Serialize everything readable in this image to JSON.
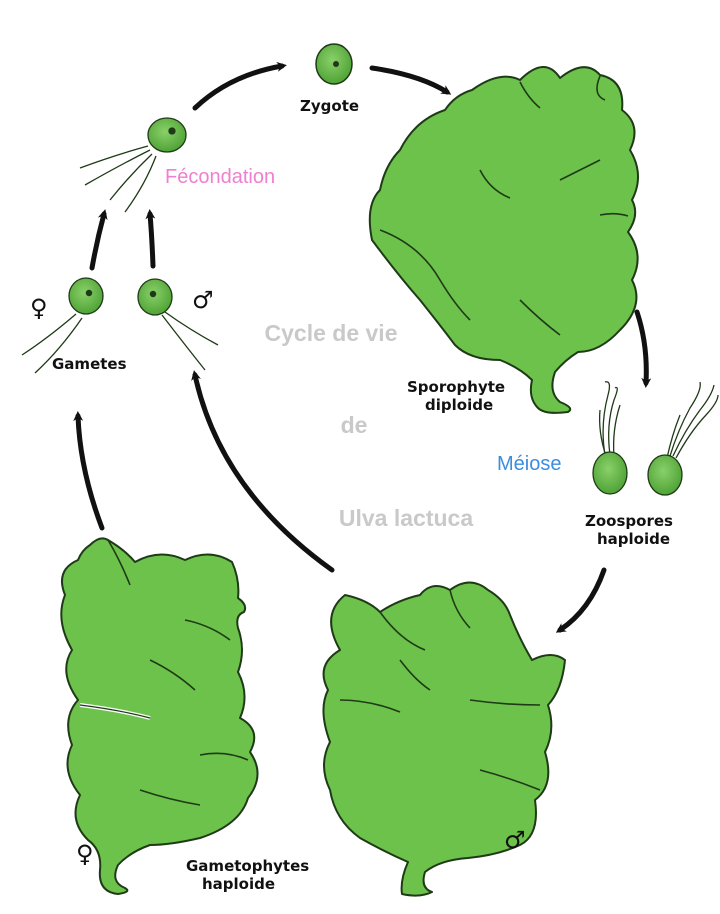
{
  "title": {
    "line1": "Cycle de vie",
    "line2": "de",
    "line3": "Ulva lactuca"
  },
  "labels": {
    "zygote": "Zygote",
    "fecondation": "Fécondation",
    "gametes": "Gametes",
    "sporophyte_line1": "Sporophyte",
    "sporophyte_line2": "diploide",
    "meiose": "Méiose",
    "zoospores_line1": "Zoospores",
    "zoospores_line2": "haploide",
    "gametophytes_line1": "Gametophytes",
    "gametophytes_line2": "haploide"
  },
  "symbols": {
    "female": "♀",
    "male": "♂"
  },
  "colors": {
    "thallus": "#6cc24a",
    "thallus_dark": "#3f8f2a",
    "outline": "#1f3a17",
    "fecondation": "#ef7fcf",
    "meiose": "#3b8de0",
    "title": "#c9c9c9"
  }
}
